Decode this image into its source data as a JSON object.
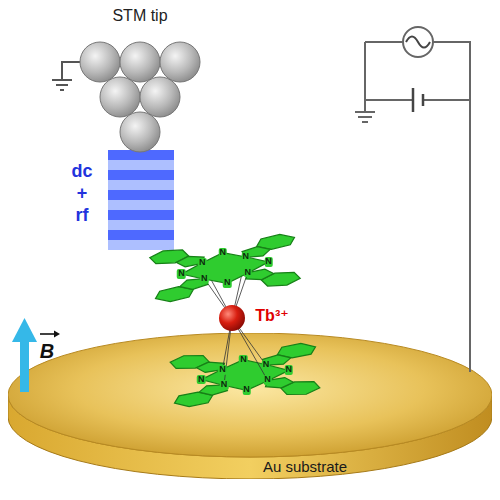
{
  "diagram": {
    "nodes": [
      {
        "text": [
          "Au substrate"
        ]
      }
    ],
    "labels": [
      "STM tip",
      "dc",
      "+",
      "rf",
      "Tb³⁺",
      "B",
      "N",
      "N",
      "N",
      "N",
      "N",
      "N",
      "N",
      "N",
      "N",
      "N",
      "N",
      "N",
      "N",
      "N",
      "N",
      "N"
    ]
  }
}
